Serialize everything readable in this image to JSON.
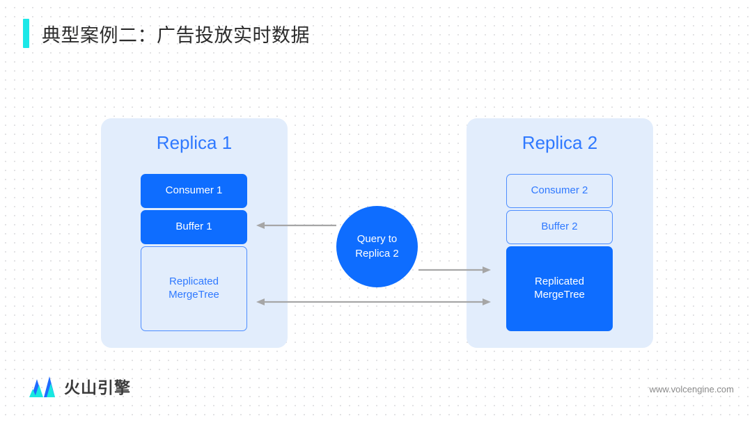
{
  "slide": {
    "title": "典型案例二：广告投放实时数据",
    "accent_color": "#1CE8E8",
    "background_color": "#ffffff",
    "dot_grid": true
  },
  "diagram": {
    "type": "architecture-diagram",
    "primary_blue": "#0E6DFF",
    "panel_background": "#E2EDFC",
    "outline_blue": "#4D8DFF",
    "arrow_color": "#A6A6A6",
    "panels": [
      {
        "id": "replica-1",
        "title": "Replica 1",
        "nodes": [
          {
            "label": "Consumer  1",
            "style": "filled"
          },
          {
            "label": "Buffer  1",
            "style": "filled"
          },
          {
            "label": "Replicated\nMergeTree",
            "style": "outline"
          }
        ]
      },
      {
        "id": "replica-2",
        "title": "Replica 2",
        "nodes": [
          {
            "label": "Consumer  2",
            "style": "outline"
          },
          {
            "label": "Buffer  2",
            "style": "outline"
          },
          {
            "label": "Replicated\nMergeTree",
            "style": "filled"
          }
        ]
      }
    ],
    "center_node": {
      "label": "Query to\nReplica 2",
      "shape": "circle",
      "style": "filled"
    },
    "arrows": [
      {
        "id": "query-to-buffer1",
        "from": "query-circle",
        "to": "buffer-1",
        "direction": "left"
      },
      {
        "id": "query-to-merge2",
        "from": "query-circle",
        "to": "merge-tree-2",
        "direction": "right"
      },
      {
        "id": "replica-sync",
        "from": "merge-tree-1",
        "to": "merge-tree-2",
        "direction": "both"
      }
    ]
  },
  "footer": {
    "logo_text": "火山引擎",
    "logo_icon": "volcano-mountain-icon",
    "url": "www.volcengine.com"
  }
}
